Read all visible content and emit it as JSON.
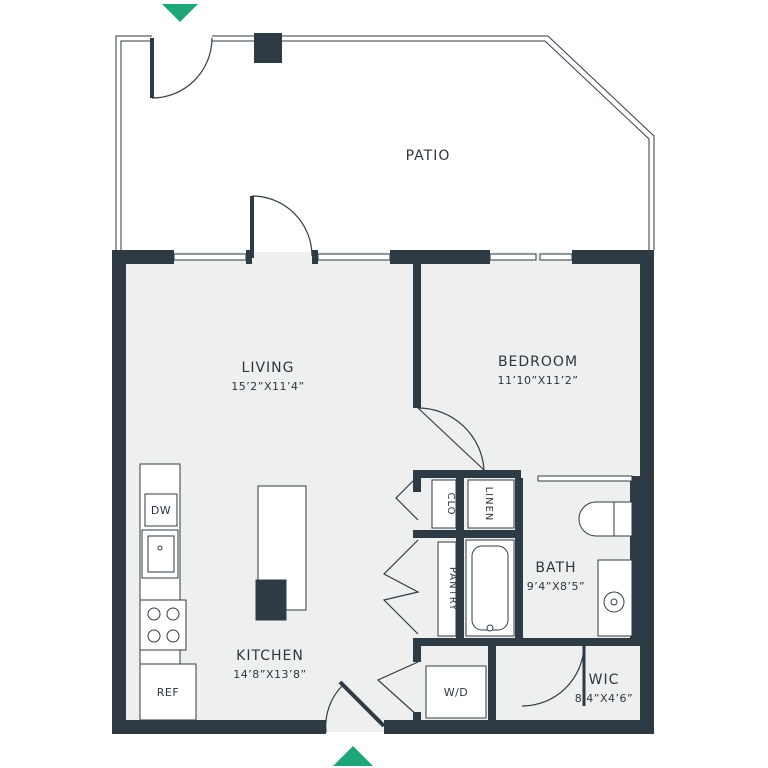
{
  "colors": {
    "wall": "#2e3b45",
    "floor": "#eef0ef",
    "patio": "#ffffff",
    "line": "#2e3b45",
    "accent": "#1fa57a"
  },
  "rooms": {
    "patio": {
      "name": "PATIO"
    },
    "living": {
      "name": "LIVING",
      "dims": "15’2”X11’4”"
    },
    "bedroom": {
      "name": "BEDROOM",
      "dims": "11’10”X11’2”"
    },
    "bath": {
      "name": "BATH",
      "dims": "9’4”X8’5”"
    },
    "kitchen": {
      "name": "KITCHEN",
      "dims": "14’8”X13’8”"
    },
    "wic": {
      "name": "WIC",
      "dims": "8’4”X4’6”"
    }
  },
  "fixtures": {
    "dw": "DW",
    "ref": "REF",
    "wd": "W/D",
    "clo": "CLO",
    "linen": "LINEN",
    "pantry": "PANTRY"
  },
  "markers": {
    "top": "entry-arrow-down-icon",
    "bottom": "entry-arrow-up-icon"
  }
}
